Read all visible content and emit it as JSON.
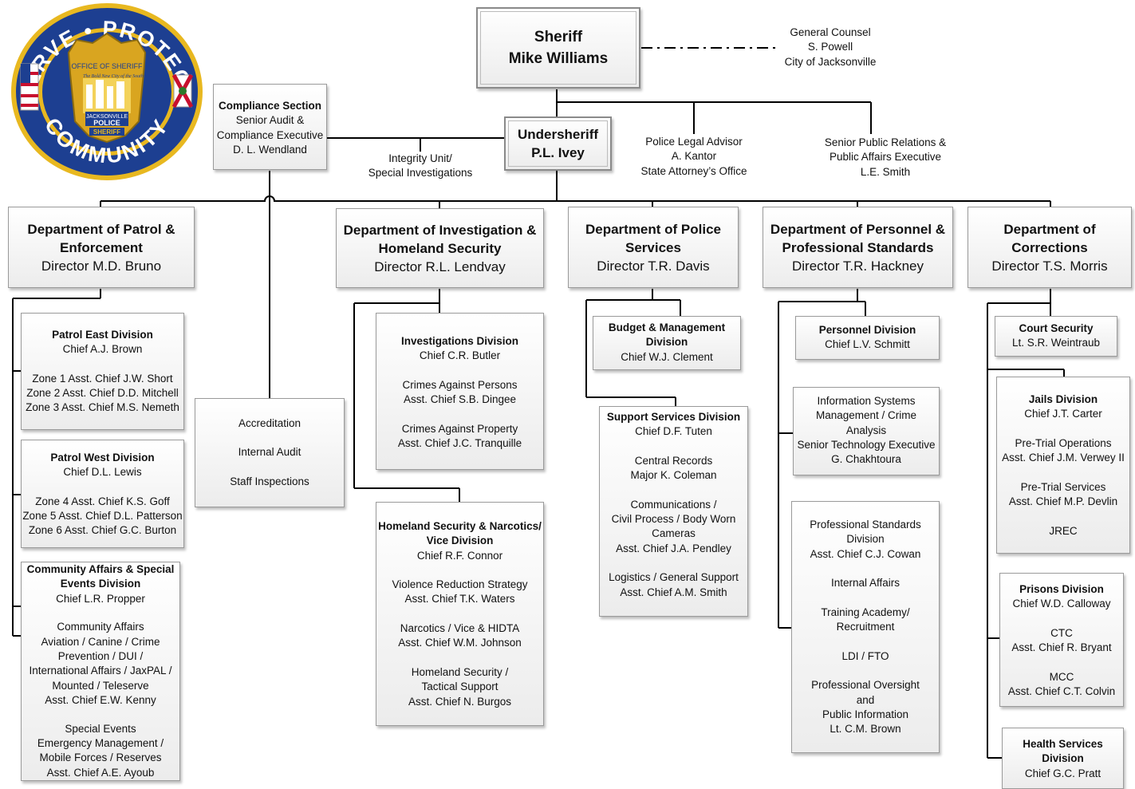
{
  "logo": {
    "ring_top_text": "SERVE • PROTECT",
    "ring_bottom_text": "COMMUNITY",
    "badge_text_1": "OFFICE OF SHERIFF",
    "badge_text_2": "The Bold New City of the South",
    "badge_text_3": "JACKSONVILLE",
    "badge_text_4": "POLICE",
    "badge_text_5": "SHERIFF"
  },
  "sheriff": {
    "title": "Sheriff",
    "name": "Mike Williams"
  },
  "general_counsel": {
    "line1": "General Counsel",
    "line2": "S. Powell",
    "line3": "City of Jacksonville"
  },
  "compliance": {
    "title": "Compliance Section",
    "line1": "Senior Audit &",
    "line2": "Compliance Executive",
    "line3": "D. L. Wendland"
  },
  "integrity": {
    "line1": "Integrity Unit/",
    "line2": "Special Investigations"
  },
  "undersheriff": {
    "title": "Undersheriff",
    "name": "P.L. Ivey"
  },
  "legal_advisor": {
    "line1": "Police Legal Advisor",
    "line2": "A. Kantor",
    "line3": "State Attorney’s Office"
  },
  "public_relations": {
    "line1": "Senior Public Relations &",
    "line2": "Public Affairs Executive",
    "line3": "L.E. Smith"
  },
  "accreditation": {
    "line1": "Accreditation",
    "line2": "Internal Audit",
    "line3": "Staff Inspections"
  },
  "departments": {
    "patrol": {
      "line1": "Department of Patrol &",
      "line2": "Enforcement",
      "director": "Director M.D. Bruno"
    },
    "investigation": {
      "line1": "Department of Investigation &",
      "line2": "Homeland Security",
      "director": "Director R.L. Lendvay"
    },
    "police_services": {
      "line1": "Department of Police",
      "line2": "Services",
      "director": "Director T.R. Davis"
    },
    "personnel": {
      "line1": "Department of Personnel &",
      "line2": "Professional Standards",
      "director": "Director T.R. Hackney"
    },
    "corrections": {
      "line1": "Department of",
      "line2": "Corrections",
      "director": "Director T.S. Morris"
    }
  },
  "patrol_east": {
    "title": "Patrol East Division",
    "chief": "Chief A.J. Brown",
    "l1": "Zone 1 Asst. Chief J.W. Short",
    "l2": "Zone 2 Asst. Chief D.D. Mitchell",
    "l3": "Zone 3 Asst. Chief M.S. Nemeth"
  },
  "patrol_west": {
    "title": "Patrol West Division",
    "chief": "Chief D.L. Lewis",
    "l1": "Zone 4 Asst. Chief K.S. Goff",
    "l2": "Zone 5 Asst. Chief D.L. Patterson",
    "l3": "Zone 6 Asst. Chief G.C. Burton"
  },
  "community": {
    "title1": "Community Affairs & Special",
    "title2": "Events Division",
    "chief": "Chief L.R. Propper",
    "l1": "Community Affairs",
    "l2": "Aviation / Canine / Crime",
    "l3": "Prevention / DUI /",
    "l4": "International Affairs / JaxPAL /",
    "l5": "Mounted / Teleserve",
    "l6": "Asst. Chief E.W. Kenny",
    "l7": "Special Events",
    "l8": "Emergency Management /",
    "l9": "Mobile Forces / Reserves",
    "l10": "Asst. Chief A.E. Ayoub"
  },
  "investigations": {
    "title": "Investigations Division",
    "chief": "Chief C.R. Butler",
    "l1": "Crimes Against Persons",
    "l2": "Asst. Chief S.B. Dingee",
    "l3": "Crimes Against Property",
    "l4": "Asst. Chief J.C. Tranquille"
  },
  "homeland": {
    "title1": "Homeland Security & Narcotics/",
    "title2": "Vice Division",
    "chief": "Chief R.F. Connor",
    "l1": "Violence Reduction Strategy",
    "l2": "Asst. Chief T.K. Waters",
    "l3": "Narcotics / Vice & HIDTA",
    "l4": "Asst. Chief W.M. Johnson",
    "l5": "Homeland Security /",
    "l6": "Tactical Support",
    "l7": "Asst. Chief N. Burgos"
  },
  "budget": {
    "title1": "Budget & Management",
    "title2": "Division",
    "chief": "Chief W.J. Clement"
  },
  "support": {
    "title": "Support Services Division",
    "chief": "Chief D.F. Tuten",
    "l1": "Central Records",
    "l2": "Major K. Coleman",
    "l3": "Communications /",
    "l4": "Civil Process / Body Worn",
    "l5": "Cameras",
    "l6": "Asst. Chief J.A. Pendley",
    "l7": "Logistics / General Support",
    "l8": "Asst. Chief A.M. Smith"
  },
  "personnel_div": {
    "title": "Personnel Division",
    "chief": "Chief L.V. Schmitt"
  },
  "info_systems": {
    "l1": "Information Systems",
    "l2": "Management / Crime",
    "l3": "Analysis",
    "l4": "Senior Technology Executive",
    "l5": "G. Chakhtoura"
  },
  "prof_standards": {
    "l1": "Professional Standards",
    "l2": "Division",
    "l3": "Asst. Chief C.J. Cowan",
    "l4": "Internal Affairs",
    "l5": "Training Academy/",
    "l6": "Recruitment",
    "l7": "LDI / FTO",
    "l8": "Professional Oversight",
    "l9": "and",
    "l10": "Public Information",
    "l11": "Lt. C.M. Brown"
  },
  "court_security": {
    "title": "Court Security",
    "name": "Lt. S.R. Weintraub"
  },
  "jails": {
    "title": "Jails Division",
    "chief": "Chief J.T. Carter",
    "l1": "Pre-Trial Operations",
    "l2": "Asst. Chief J.M. Verwey II",
    "l3": "Pre-Trial Services",
    "l4": "Asst. Chief M.P. Devlin",
    "l5": "JREC"
  },
  "prisons": {
    "title": "Prisons Division",
    "chief": "Chief W.D. Calloway",
    "l1": "CTC",
    "l2": "Asst. Chief R. Bryant",
    "l3": "MCC",
    "l4": "Asst. Chief C.T. Colvin"
  },
  "health": {
    "title1": "Health  Services",
    "title2": "Division",
    "chief": "Chief G.C. Pratt"
  },
  "colors": {
    "line": "#000000",
    "box_border": "#9a9a9a",
    "ring_blue": "#1d3f91",
    "ring_gold": "#e8b820",
    "badge_gold": "#d9a520"
  }
}
